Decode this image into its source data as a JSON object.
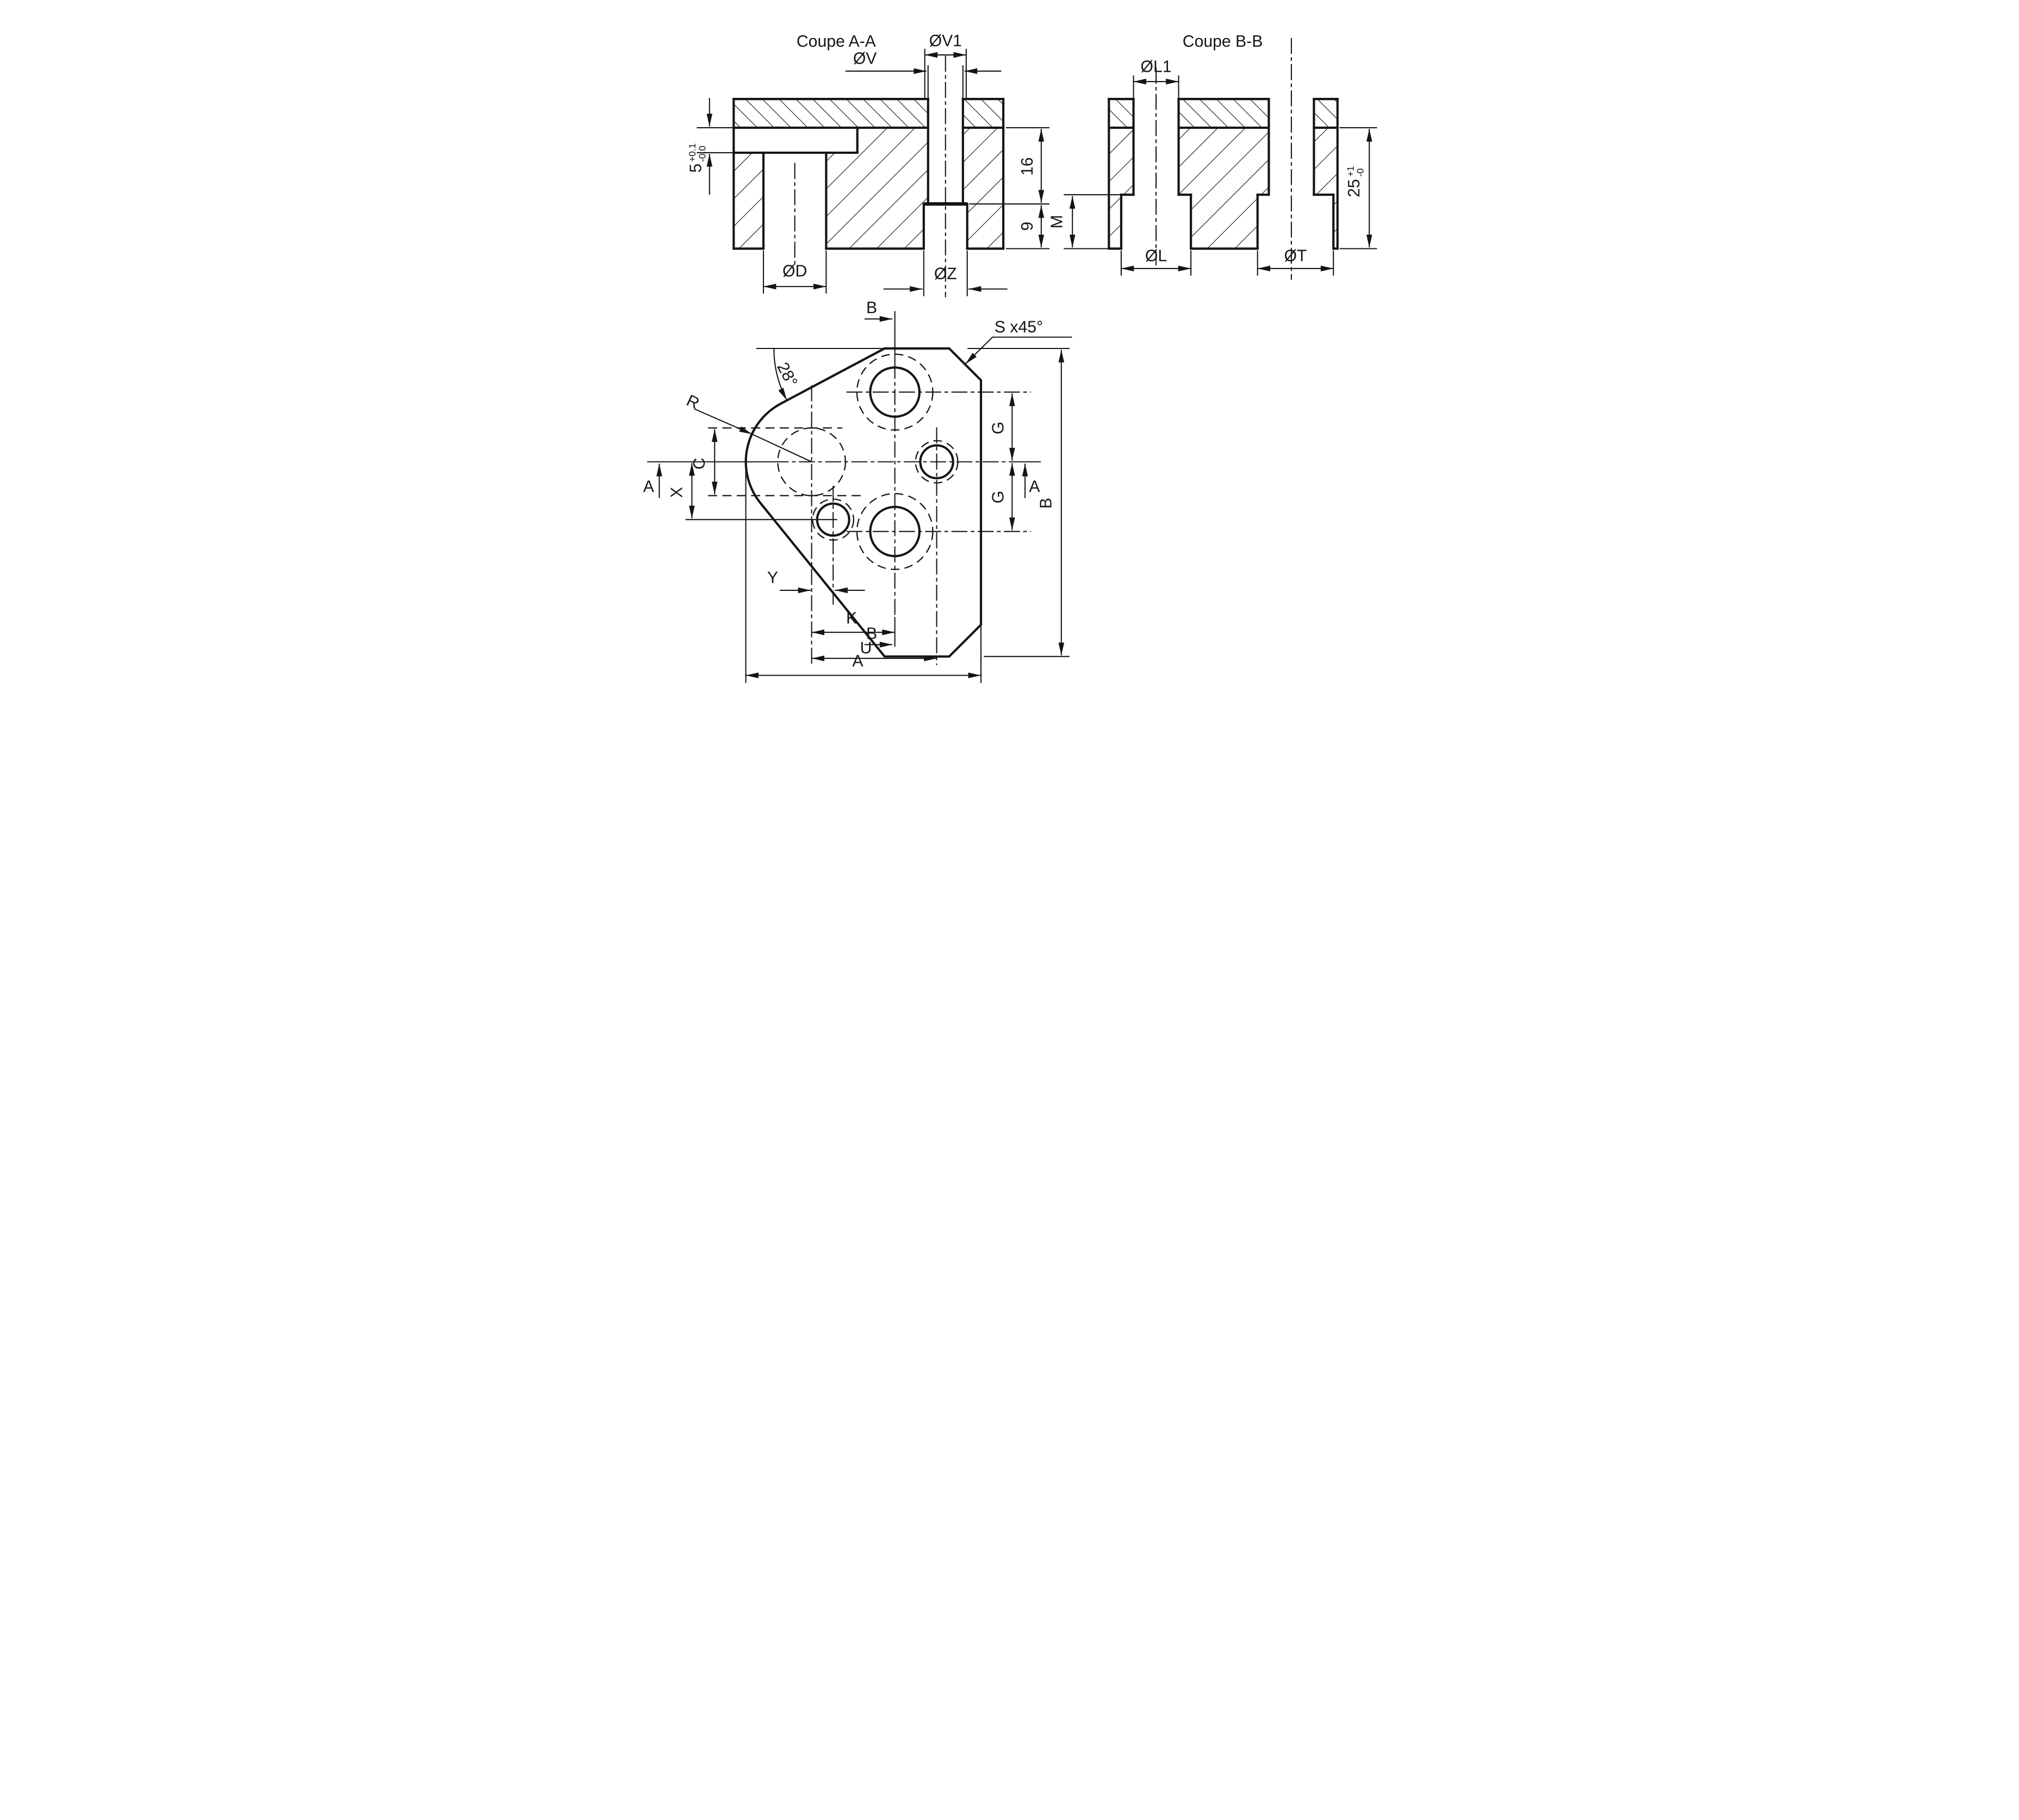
{
  "meta": {
    "ink_color": "#151515",
    "background_color": "#ffffff",
    "drawing_type": "technical-section-drawing"
  },
  "section_aa": {
    "title": "Coupe A-A",
    "dia_v1": "ØV1",
    "dia_v": "ØV",
    "tol5_base": "5",
    "tol5_sup": "+0.1",
    "tol5_sub": "-0.0",
    "dim_16": "16",
    "dim_9": "9",
    "dia_d": "ØD",
    "dia_z": "ØZ"
  },
  "section_bb": {
    "title": "Coupe B-B",
    "dia_l1": "ØL1",
    "dim_m": "M",
    "tol25_base": "25",
    "tol25_sup": "+1",
    "tol25_sub": "-0",
    "dia_l": "ØL",
    "dia_t": "ØT"
  },
  "plan": {
    "section_mark_a": "A",
    "section_mark_b": "B",
    "chamfer_note": "S x45°",
    "angle_28": "28°",
    "radius_r": "R",
    "dim_c": "C",
    "dim_x": "X",
    "dim_g": "G",
    "dim_b": "B",
    "dim_y": "Y",
    "dim_k": "K",
    "dim_u": "U",
    "dim_a": "A"
  }
}
